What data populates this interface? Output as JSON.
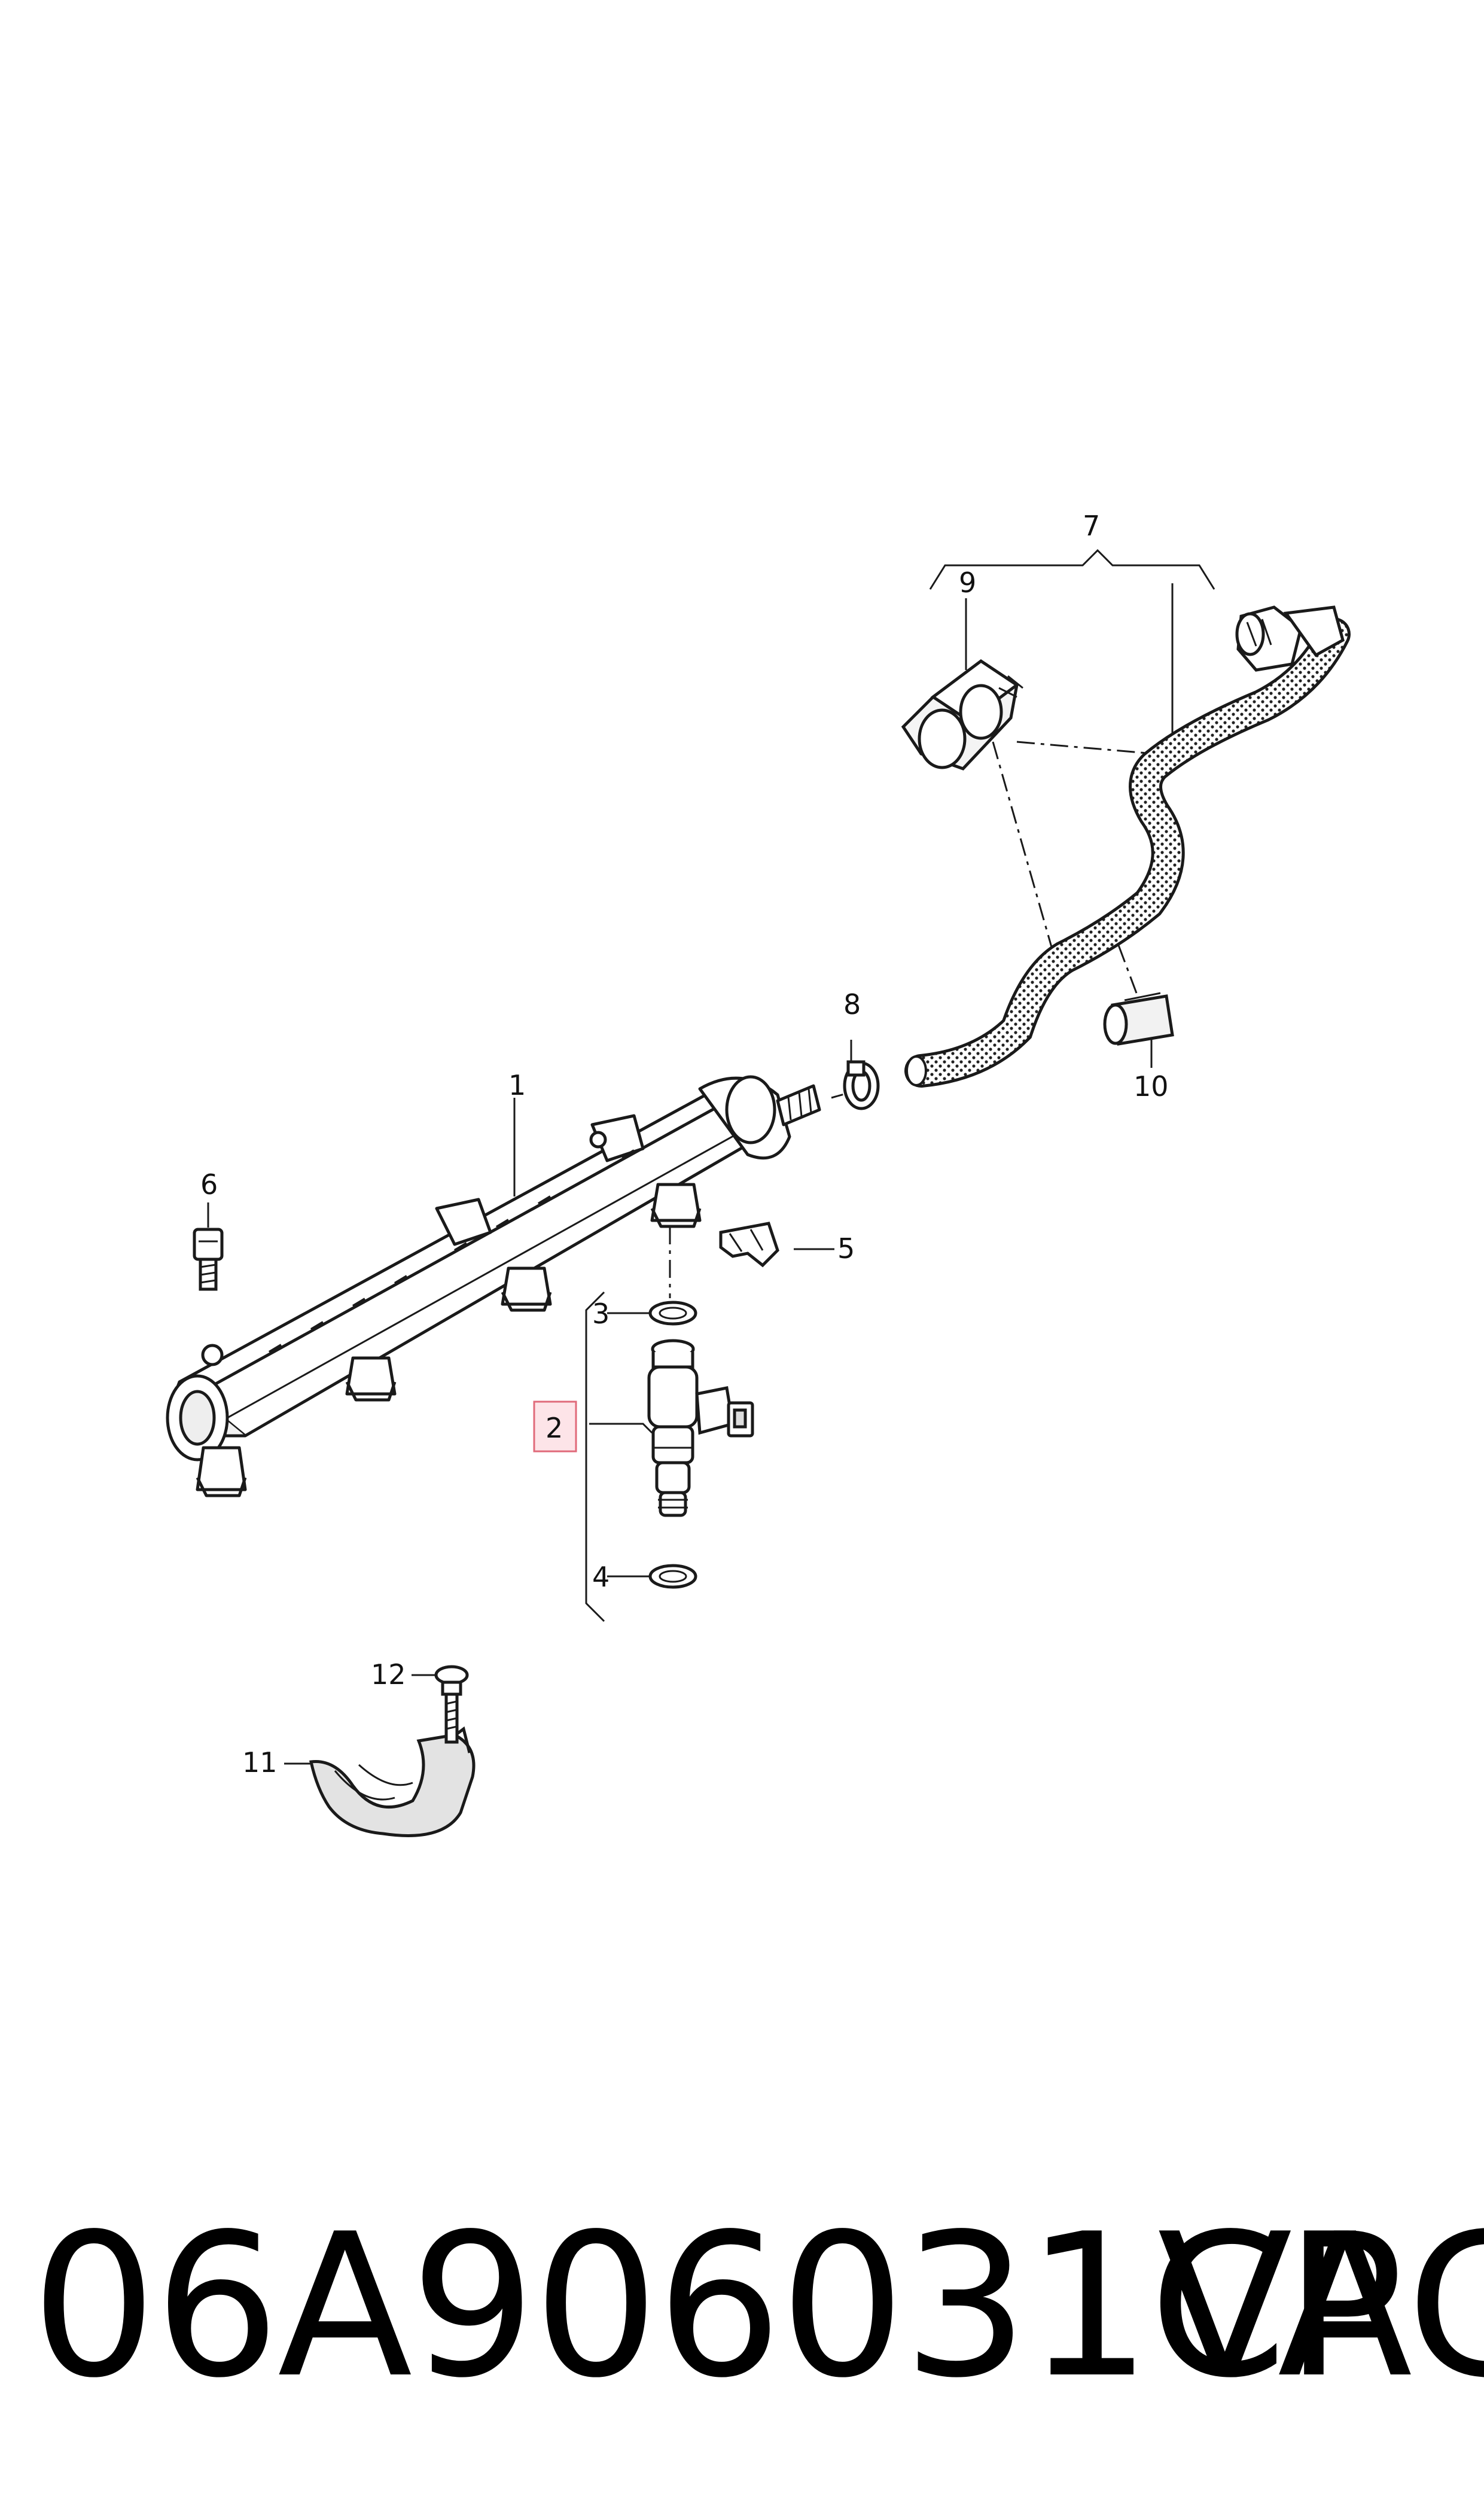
{
  "callouts": [
    {
      "id": "1",
      "label": "1"
    },
    {
      "id": "2",
      "label": "2",
      "highlighted": true
    },
    {
      "id": "3",
      "label": "3"
    },
    {
      "id": "4",
      "label": "4"
    },
    {
      "id": "5",
      "label": "5"
    },
    {
      "id": "6",
      "label": "6"
    },
    {
      "id": "7",
      "label": "7"
    },
    {
      "id": "8",
      "label": "8"
    },
    {
      "id": "9",
      "label": "9"
    },
    {
      "id": "10",
      "label": "10"
    },
    {
      "id": "11",
      "label": "11"
    },
    {
      "id": "12",
      "label": "12"
    }
  ],
  "footer": {
    "part_number": "06A906031CP",
    "brand": "VAG"
  },
  "colors": {
    "line": "#1a1a1a",
    "part_fill": "#ffffff",
    "shade": "#d9d9d9",
    "highlight_border": "#e06a7a",
    "highlight_fill": "#fde4e8"
  }
}
